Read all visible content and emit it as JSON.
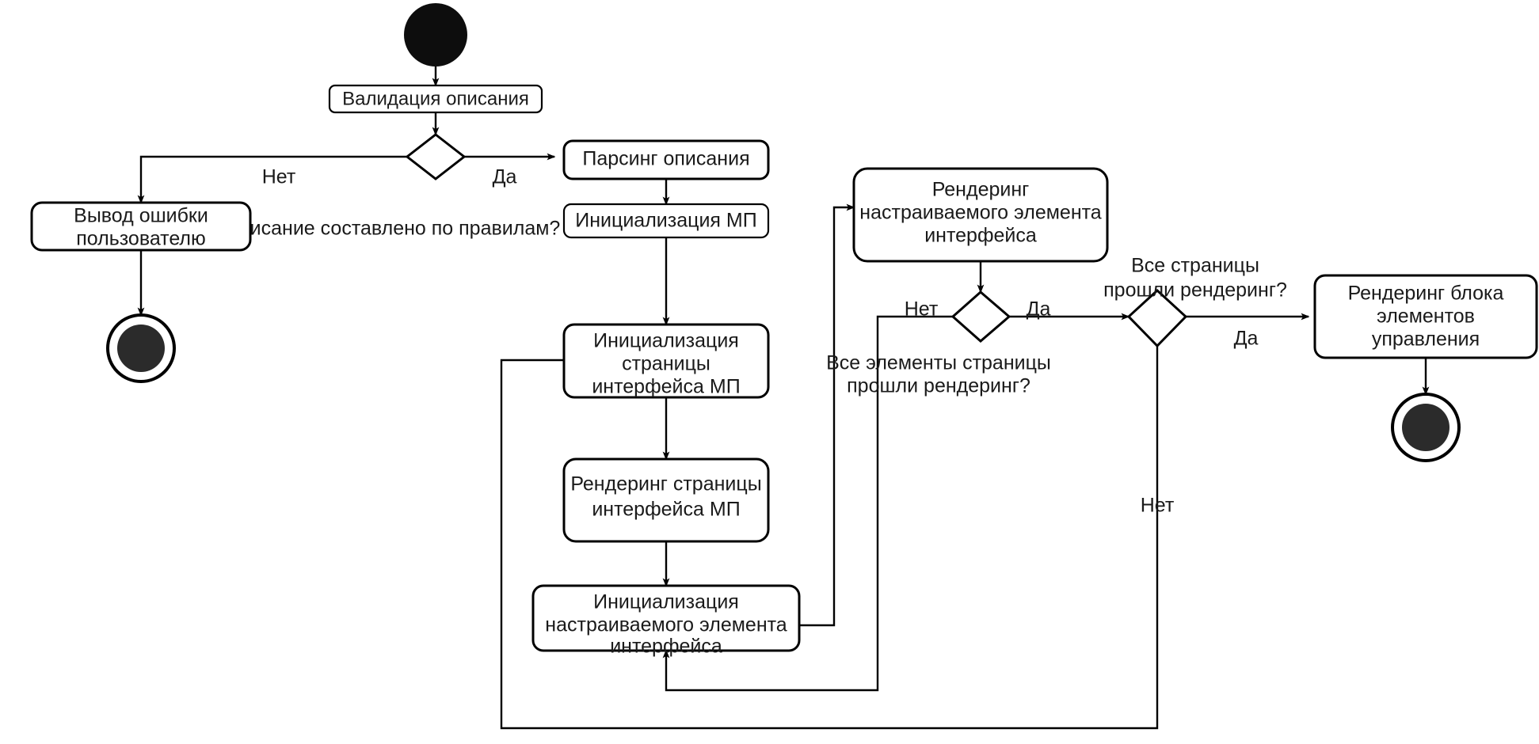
{
  "diagram": {
    "type": "uml-activity-diagram",
    "title": "",
    "language": "ru",
    "background_color": "#ffffff",
    "line_color": "#000000",
    "text_color": "#1a1a1a",
    "nodes": {
      "start": {
        "kind": "initial-node",
        "label": ""
      },
      "validation": {
        "kind": "action",
        "label": "Валидация описания"
      },
      "decision_rules": {
        "kind": "decision",
        "label": ""
      },
      "guard_rules": {
        "kind": "guard",
        "label": "Описание составлено по правилам?"
      },
      "error_output": {
        "kind": "action",
        "label": "Вывод ошибки пользователю",
        "line1": "Вывод ошибки",
        "line2": "пользователю"
      },
      "end_error": {
        "kind": "final-node",
        "label": ""
      },
      "parsing": {
        "kind": "action",
        "label": "Парсинг описания"
      },
      "init_mp": {
        "kind": "action",
        "label": "Инициализация МП"
      },
      "init_page": {
        "kind": "action",
        "label": "Инициализация страницы интерфейса МП",
        "line1": "Инициализация",
        "line2": "страницы",
        "line3": "интерфейса МП"
      },
      "render_page": {
        "kind": "action",
        "label": "Рендеринг страницы интерфейса МП",
        "line1": "Рендеринг страницы",
        "line2": "интерфейса МП"
      },
      "init_element": {
        "kind": "action",
        "label": "Инициализация настраиваемого элемента интерфейса",
        "line1": "Инициализация",
        "line2": "настраиваемого элемента",
        "line3": "интерфейса"
      },
      "render_element": {
        "kind": "action",
        "label": "Рендеринг настраиваемого элемента интерфейса",
        "line1": "Рендеринг",
        "line2": "настраиваемого элемента",
        "line3": "интерфейса"
      },
      "decision_elements": {
        "kind": "decision",
        "label": ""
      },
      "guard_elements": {
        "kind": "guard",
        "label": "Все элементы страницы прошли рендеринг?",
        "line1": "Все элементы страницы",
        "line2": "прошли рендеринг?"
      },
      "decision_pages": {
        "kind": "decision",
        "label": ""
      },
      "guard_pages": {
        "kind": "guard",
        "label": "Все страницы прошли рендеринг?",
        "line1": "Все страницы",
        "line2": "прошли рендеринг?"
      },
      "render_controls": {
        "kind": "action",
        "label": "Рендеринг блока элементов управления",
        "line1": "Рендеринг блока",
        "line2": "элементов",
        "line3": "управления"
      },
      "end_success": {
        "kind": "final-node",
        "label": ""
      }
    },
    "edge_labels": {
      "rules_no": "Нет",
      "rules_yes": "Да",
      "elements_no": "Нет",
      "elements_yes": "Да",
      "pages_yes": "Да",
      "pages_no": "Нет"
    }
  }
}
